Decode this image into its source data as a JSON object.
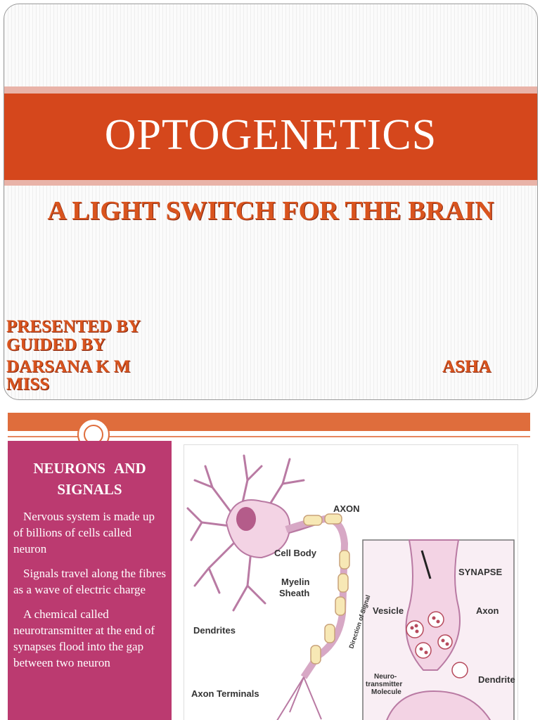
{
  "slide1": {
    "title": "OPTOGENETICS",
    "subtitle": "A LIGHT SWITCH FOR THE BRAIN",
    "credits": {
      "line1": "PRESENTED BY",
      "line2": "GUIDED BY",
      "presenter": "DARSANA K M",
      "guide_first": "ASHA",
      "guide_second": "MISS"
    }
  },
  "slide2": {
    "heading": "NEURONS AND SIGNALS",
    "paragraphs": [
      "Nervous system is made up of billions of cells called neuron",
      "Signals travel along the fibres as a wave of electric charge",
      "A chemical called neurotransmitter at the end of synapses flood into the gap between two neuron"
    ],
    "figure_labels": {
      "axon": "AXON",
      "cell_body": "Cell Body",
      "myelin_sheath_1": "Myelin",
      "myelin_sheath_2": "Sheath",
      "dendrites": "Dendrites",
      "axon_terminals": "Axon Terminals",
      "direction": "Direction of Signal",
      "synapse": "SYNAPSE",
      "vesicle": "Vesicle",
      "synapse_axon": "Axon",
      "neuro_1": "Neuro-",
      "neuro_2": "transmitter",
      "neuro_3": "Molecule",
      "dendrite": "Dendrite"
    }
  }
}
